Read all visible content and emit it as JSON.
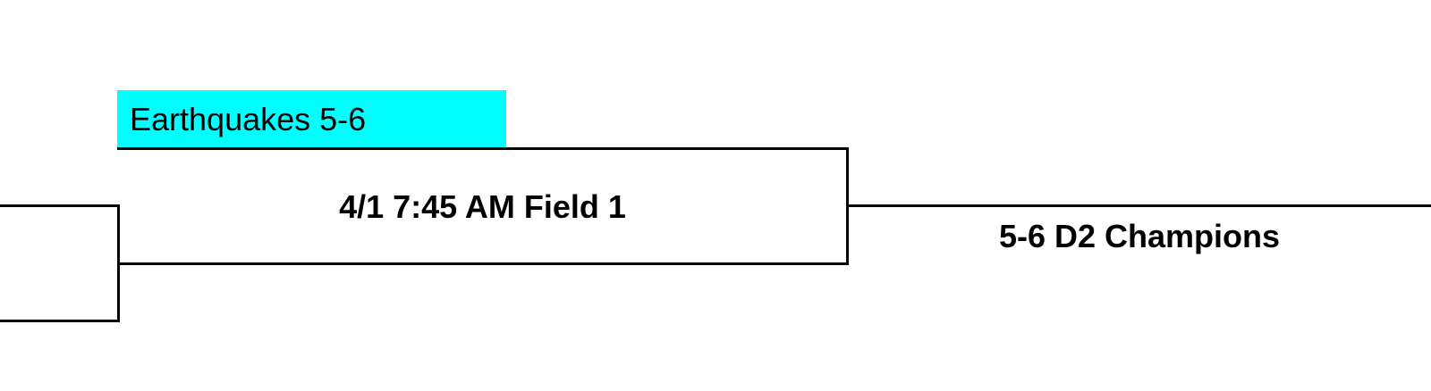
{
  "bracket": {
    "team": {
      "name": "Earthquakes 5-6",
      "highlight_color": "#00ffff"
    },
    "match": {
      "label": "4/1 7:45 AM Field 1"
    },
    "champion": {
      "label": "5-6 D2 Champions"
    },
    "line_color": "#000000"
  }
}
